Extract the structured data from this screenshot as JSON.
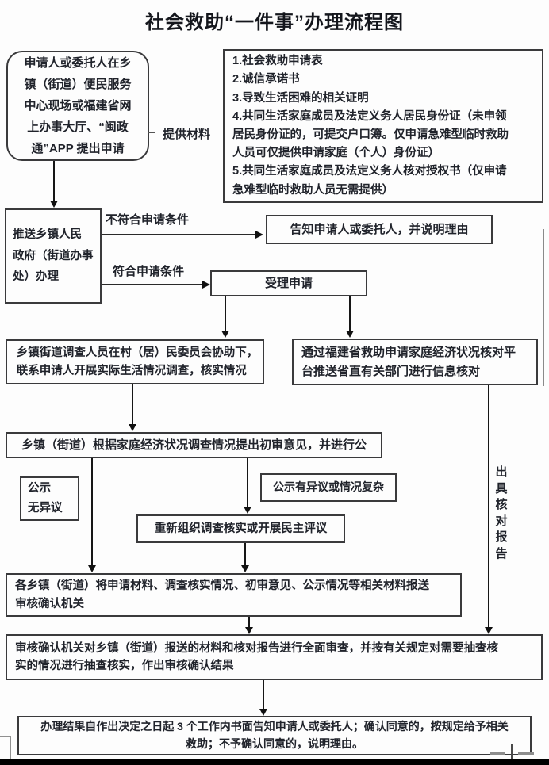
{
  "title": "社会救助“一件事”办理流程图",
  "colors": {
    "box_border": "#3a3a3c",
    "line": "#161616",
    "text": "#20232b",
    "artifact_gray": "#8d8d8d",
    "bottom_bar": "#000000"
  },
  "flow": {
    "apply_box": "申请人或委托人在乡\n镇（街道）便民服务\n中心现场或福建省网\n上办事大厅、“闽政\n通”APP 提出申请",
    "provide_materials_label": "提供材料",
    "materials_box": "1.社会救助申请表\n2.诚信承诺书\n3.导致生活困难的相关证明\n4.共同生活家庭成员及法定义务人居民身份证（未申领\n居民身份证的，可提交户口簿。仅申请急难型临时救助\n人员可仅提供申请家庭（个人）身份证）\n5.共同生活家庭成员及法定义务人核对授权书（仅申请\n急难型临时救助人员无需提供）",
    "push_box": "推送乡镇人民\n政府（街道办事\n处）办理",
    "not_eligible_label": "不符合申请条件",
    "eligible_label": "符合申请条件",
    "notify_box": "告知申请人或委托人，并说明理由",
    "accept_box": "受理申请",
    "survey_box": "乡镇街道调查人员在村（居）民委员会协助下，\n联系申请人开展实际生活情况调查，核实情况",
    "platform_box": "通过福建省救助申请家庭经济状况核对平\n台推送省直有关部门进行信息核对",
    "initial_review_box": "乡镇（街道）根据家庭经济状况调查情况提出初审意见，并进行公",
    "no_objection_box": "公示\n无异议",
    "objection_box": "公示有异议或情况复杂",
    "recheck_box": "重新组织调查核实或开展民主评议",
    "issue_report_label": "出\n具\n核\n对\n报\n告",
    "submit_box": "各乡镇（街道）将申请材料、调查核实情况、初审意见、公示情况等相关材料报送\n审核确认机关",
    "final_review_box": "审核确认机关对乡镇（街道）报送的材料和核对报告进行全面审查，并按有关规定对需要抽查核\n实的情况进行抽查核实，作出审核确认结果",
    "result_box": "办理结果自作出决定之日起 3 个工作内书面告知申请人或委托人；确认同意的，按规定给予相关\n救助；不予确认同意的，说明理由。"
  }
}
